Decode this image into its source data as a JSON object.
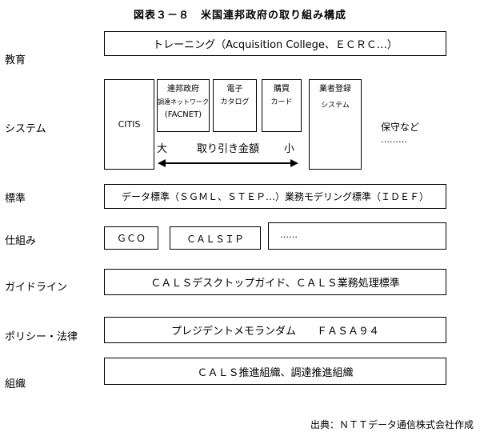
{
  "title": "図表３－８　米国連邦政府の取り組み構成",
  "rows": {
    "education": "教育",
    "system": "システム",
    "standard": "標準",
    "mechanism": "仕組み",
    "guideline": "ガイドライン",
    "policy": "ポリシー・法律",
    "organization": "組織"
  },
  "education_box": "トレーニング（Acquisition College、ＥＣＲＣ…）",
  "system": {
    "citis": "CITIS",
    "facnet": [
      "連邦政府",
      "調達ネットワーク",
      "(FACNET)"
    ],
    "catalog": [
      "電子",
      "カタログ"
    ],
    "card": [
      "購買",
      "カード"
    ],
    "registration": [
      "業者登録",
      "システム"
    ],
    "maintenance": "保守など",
    "maintenance_dots": "………",
    "amount_large": "大",
    "amount_label": "取り引き金額",
    "amount_small": "小"
  },
  "standard_box": "データ標準（ＳＧＭＬ、ＳＴＥＰ…）業務モデリング標準（ＩＤＥＦ）",
  "mechanism": {
    "gco": "ＧＣＯ",
    "calsip": "ＣＡＬＳＩＰ",
    "other": "……"
  },
  "guideline_box": "ＣＡＬＳデスクトップガイド、ＣＡＬＳ業務処理標準",
  "policy_box": "プレジデントメモランダム　　ＦＡＳＡ９４",
  "organization_box": "ＣＡＬＳ推進組織、調達推進組織",
  "source": "出典：ＮＴＴデータ通信株式会社作成"
}
